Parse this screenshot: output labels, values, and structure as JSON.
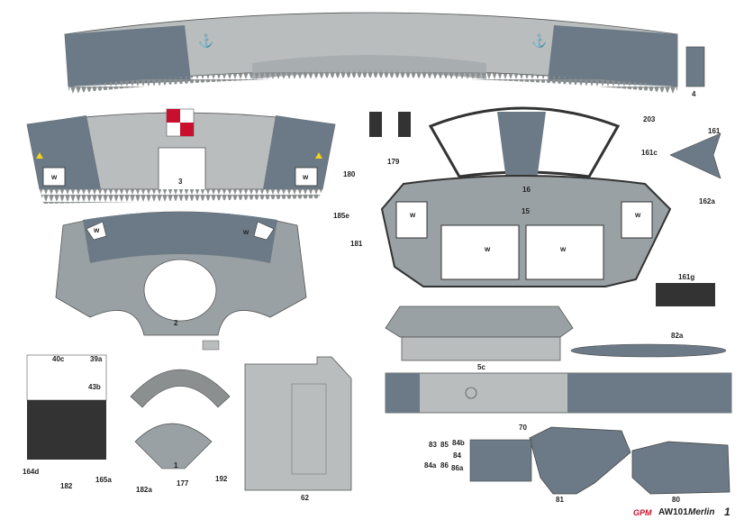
{
  "sheet": {
    "brand": "GPM",
    "model": "AW101",
    "variant": "Merlin",
    "page_number": "1"
  },
  "labels": {
    "p4": "4",
    "p3": "3",
    "p2": "2",
    "p1": "1",
    "p5c": "5c",
    "p15": "15",
    "p16": "16",
    "p62": "62",
    "p70": "70",
    "p80": "80",
    "p81": "81",
    "p82a": "82a",
    "p161": "161",
    "p161c": "161c",
    "p161g": "161g",
    "p162a": "162a",
    "p164d": "164d",
    "p165a": "165a",
    "p177": "177",
    "p179": "179",
    "p180": "180",
    "p181": "181",
    "p182": "182",
    "p182a": "182a",
    "p185e": "185e",
    "p192": "192",
    "p203": "203",
    "p40c": "40c",
    "p39a": "39a",
    "p43b": "43b",
    "p83": "83",
    "p84": "84",
    "p84a": "84a",
    "p84b": "84b",
    "p85": "85",
    "p86": "86",
    "p86a": "86a"
  },
  "window_mark": "w",
  "colors": {
    "grey_blue": "#6b7a86",
    "light_grey": "#b9bdbd",
    "mid_grey": "#9aa1a4",
    "dark": "#333333",
    "red": "#c8102e",
    "yellow": "#f2d21b"
  }
}
